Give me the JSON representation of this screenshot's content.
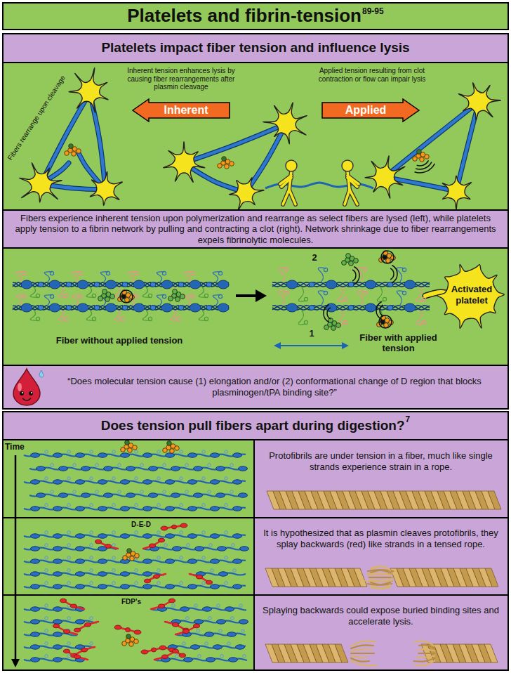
{
  "diagram": {
    "title": "Platelets and fibrin-tension",
    "nodes": [
      {
        "text": [
          "Platelets impact fiber tension and influence lysis"
        ]
      },
      {
        "text": [
          "Inherent"
        ]
      },
      {
        "text": [
          "Applied"
        ]
      },
      {
        "text": [
          "Fibers experience inherent tension upon polymerization and rearrange as select fibers are lysed (left), while platelets apply tension to a fibrin network by pulling and contracting a clot (right). Network shrinkage due to fiber rearrangements expels fibrinolytic molecules."
        ]
      },
      {
        "text": [
          "Activated platelet"
        ]
      },
      {
        "text": [
          "“Does molecular tension cause (1) elongation and/or (2) conformational change of D region that blocks plasminogen/tPA binding site?”"
        ]
      },
      {
        "text": [
          "Does tension pull fibers apart during digestion?"
        ]
      },
      {
        "text": [
          "Protofibrils are under tension in a fiber, much like single strands experience strain in a rope."
        ]
      },
      {
        "text": [
          "It is hypothesized that as plasmin cleaves protofibrils, they splay backwards (red) like strands in a tensed rope."
        ]
      },
      {
        "text": [
          "Splaying backwards could expose buried binding sites and accelerate lysis."
        ]
      }
    ],
    "labels": [
      "89-95",
      "Inherent tension enhances lysis by causing fiber rearrangements after plasmin cleavage",
      "Applied tension resulting from clot contraction or flow can impair lysis",
      "Fibers rearrange upon cleavage",
      "2",
      "Fiber without applied tension",
      "1",
      "Fiber with applied tension",
      "7",
      "Time",
      "D-E-D",
      "FDP's"
    ]
  }
}
